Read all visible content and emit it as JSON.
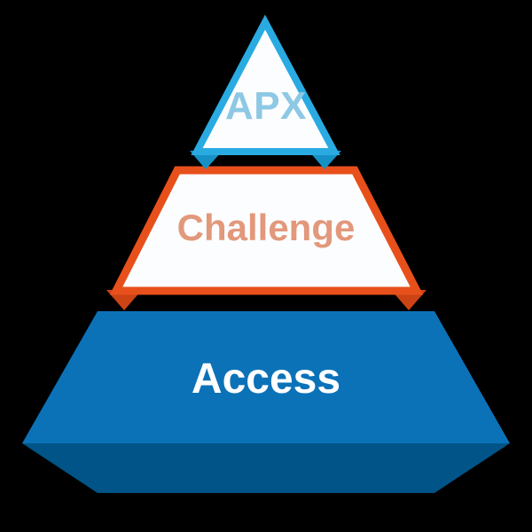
{
  "diagram": {
    "title": "Three-tier pyramid diagram",
    "background_color": "#000000",
    "layers": [
      {
        "id": "apex",
        "label": "APX",
        "shape": "triangle",
        "fill_color": "#FCFDFE",
        "stroke_color": "#29ABE2",
        "text_color": "#8DC8E4",
        "connector_color": "#1691C6"
      },
      {
        "id": "middle",
        "label": "Challenge",
        "shape": "trapezoid",
        "fill_color": "#FCFDFE",
        "stroke_color": "#E8501B",
        "text_color": "#E2987B",
        "connector_color": "#CC4316"
      },
      {
        "id": "base",
        "label": "Access",
        "shape": "3d-block",
        "fill_color": "#0B72B8",
        "side_color": "#005487",
        "text_color": "#FFFFFF"
      }
    ]
  },
  "colors": {
    "accent_blue": "#29ABE2",
    "accent_orange": "#E8501B",
    "base_blue": "#0B72B8",
    "base_blue_dark": "#005487",
    "apex_text": "#8DC8E4",
    "middle_text": "#E2987B",
    "base_text": "#FFFFFF",
    "surface_white": "#FCFDFE",
    "background": "#000000"
  },
  "icons": {
    "apex_connector_left": "down-arrow-icon",
    "apex_connector_right": "down-arrow-icon",
    "middle_connector_left": "down-arrow-icon",
    "middle_connector_right": "down-arrow-icon"
  }
}
